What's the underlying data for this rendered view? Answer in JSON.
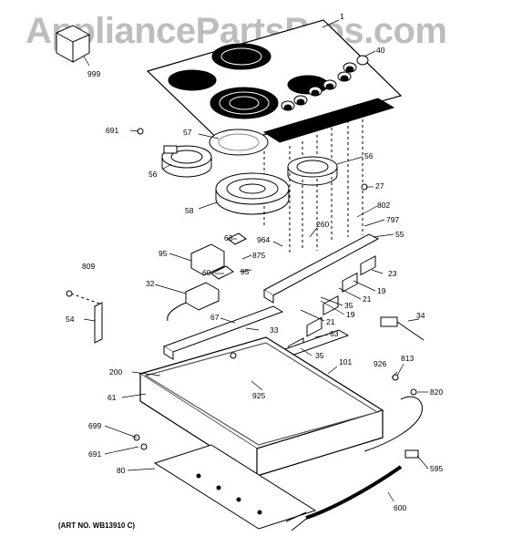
{
  "watermark": "AppliancePartsPros.com",
  "art_number": "(ART NO. WB13910 C)",
  "callouts": {
    "c999": "999",
    "c1": "1",
    "c40": "40",
    "c691a": "691",
    "c57": "57",
    "c56a": "56",
    "c56b": "56",
    "c27": "27",
    "c58": "58",
    "c802": "802",
    "c797": "797",
    "c260": "260",
    "c964": "964",
    "c55": "55",
    "c62": "62",
    "c875": "875",
    "c95a": "95",
    "c95b": "95",
    "c23": "23",
    "c809": "809",
    "c60": "60",
    "c32": "32",
    "c19a": "19",
    "c19b": "19",
    "c21a": "21",
    "c21b": "21",
    "c35a": "35",
    "c35b": "35",
    "c54": "54",
    "c67": "67",
    "c33": "33",
    "c63": "63",
    "c34": "34",
    "c200": "200",
    "c101": "101",
    "c926": "926",
    "c813": "813",
    "c61": "61",
    "c925": "925",
    "c820": "820",
    "c699": "699",
    "c691b": "691",
    "c80": "80",
    "c595": "595",
    "c600": "600"
  }
}
